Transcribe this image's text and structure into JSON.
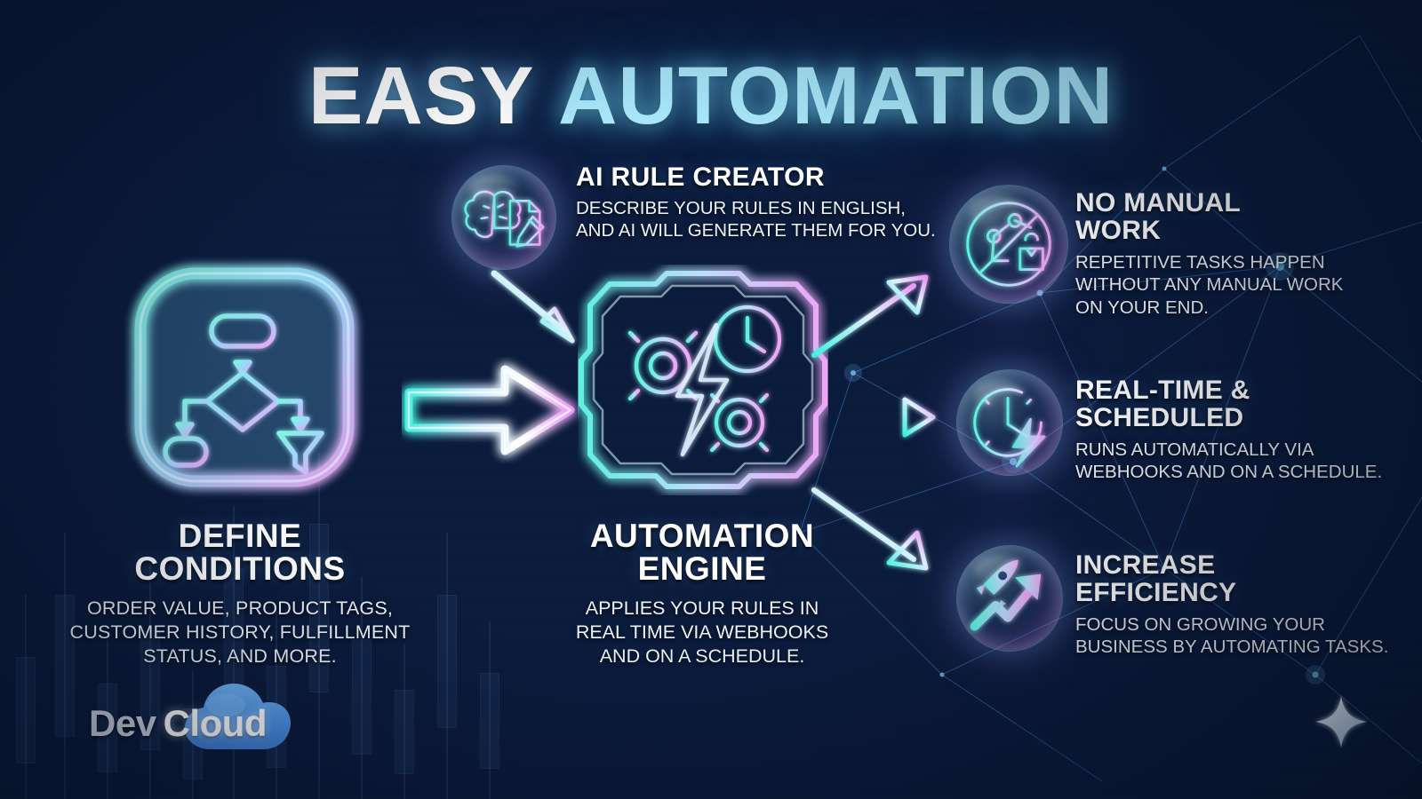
{
  "title": {
    "word1": "EASY",
    "word2": "AUTOMATION",
    "color1": "#ffffff",
    "color2": "#a9e8fb"
  },
  "theme": {
    "bg_left": "#1c3f8f",
    "bg_right": "#081530",
    "accent_cyan": "#6ff2e0",
    "accent_pink": "#e4a4f0",
    "text": "#ffffff"
  },
  "ai_rule_creator": {
    "icon": "brain-document-pencil-icon",
    "heading": "AI RULE CREATOR",
    "body_line1": "DESCRIBE YOUR RULES IN ENGLISH,",
    "body_line2": "AND AI WILL GENERATE THEM FOR YOU."
  },
  "define_conditions": {
    "icon": "flowchart-funnel-icon",
    "heading_line1": "DEFINE",
    "heading_line2": "CONDITIONS",
    "body_line1": "ORDER VALUE, PRODUCT TAGS,",
    "body_line2": "CUSTOMER HISTORY, FULFILLMENT",
    "body_line3": "STATUS, AND MORE."
  },
  "automation_engine": {
    "icon": "chip-gears-clock-bolt-icon",
    "heading_line1": "AUTOMATION",
    "heading_line2": "ENGINE",
    "body_line1": "APPLIES YOUR RULES IN",
    "body_line2": "REAL TIME VIA WEBHOOKS",
    "body_line3": "AND ON A SCHEDULE."
  },
  "features": [
    {
      "icon": "no-robot-arm-icon",
      "heading_line1": "NO MANUAL",
      "heading_line2": "WORK",
      "body_line1": "REPETITIVE TASKS HAPPEN",
      "body_line2": "WITHOUT ANY MANUAL WORK",
      "body_line3": "ON YOUR END."
    },
    {
      "icon": "clock-bolt-icon",
      "heading_line1": "REAL-TIME &",
      "heading_line2": "SCHEDULED",
      "body_line1": "RUNS AUTOMATICALLY VIA",
      "body_line2": "WEBHOOKS AND ON A SCHEDULE.",
      "body_line3": ""
    },
    {
      "icon": "rocket-growth-arrow-icon",
      "heading_line1": "INCREASE",
      "heading_line2": "EFFICIENCY",
      "body_line1": "FOCUS ON GROWING YOUR",
      "body_line2": "BUSINESS BY AUTOMATING TASKS.",
      "body_line3": ""
    }
  ],
  "logo": {
    "part1": "Dev",
    "part2": "Cloud",
    "icon": "cloud-icon"
  },
  "decor": {
    "sparkle": "four-point-star-icon",
    "big_arrow": "right-arrow-icon"
  }
}
